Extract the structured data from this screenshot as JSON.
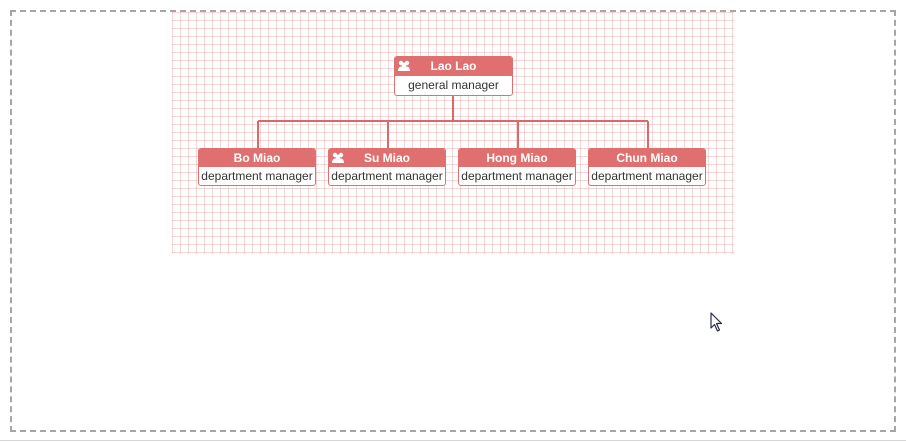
{
  "org_chart": {
    "root": {
      "name": "Lao Lao",
      "title": "general manager",
      "icon": "group-icon"
    },
    "children": [
      {
        "name": "Bo Miao",
        "title": "department manager",
        "icon": ""
      },
      {
        "name": "Su Miao",
        "title": "department manager",
        "icon": "group-icon"
      },
      {
        "name": "Hong Miao",
        "title": "department manager",
        "icon": ""
      },
      {
        "name": "Chun Miao",
        "title": "department manager",
        "icon": ""
      }
    ]
  },
  "colors": {
    "node_accent": "#e07070",
    "grid": "#e28282",
    "frame_border": "#a6a6a6"
  },
  "pointer": {
    "icon": "mouse-pointer-icon"
  }
}
